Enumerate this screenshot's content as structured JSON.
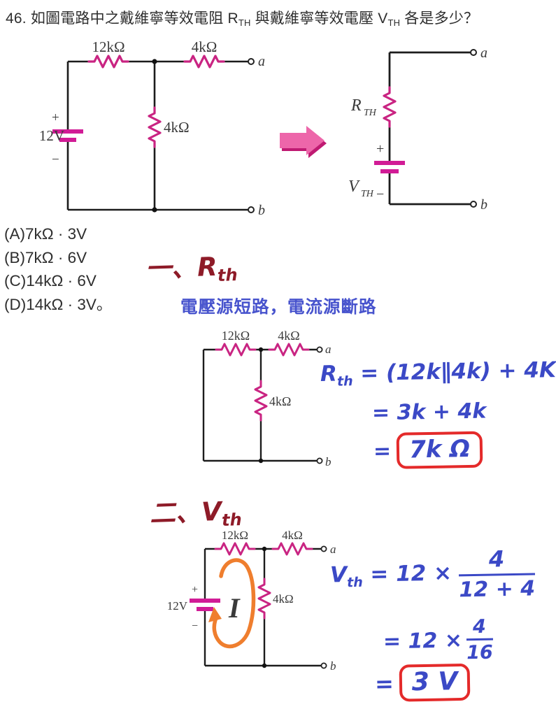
{
  "title": {
    "prefix": "46. 如圖電路中之戴維寧等效電阻 R",
    "sub1": "TH",
    "mid": " 與戴維寧等效電壓 V",
    "sub2": "TH",
    "suffix": " 各是多少？"
  },
  "colors": {
    "resistor": "#c92482",
    "battery": "#d11c96",
    "wire": "#1c1c1c",
    "hand_blue": "#3b49c6",
    "hand_red": "#8e1b28",
    "hand_orange": "#ef7e2e",
    "answer_box": "#e42a2a",
    "arrow_pink": "#ed66aa",
    "note_blue": "#4753cd"
  },
  "circuit1": {
    "r_top_left": "12kΩ",
    "r_top_right": "4kΩ",
    "r_mid": "4kΩ",
    "source": "12V",
    "plus": "+",
    "minus": "−",
    "term_a": "a",
    "term_b": "b"
  },
  "thevenin": {
    "r_main": "R",
    "r_sub": "TH",
    "v_main": "V",
    "v_sub": "TH",
    "plus": "+",
    "minus": "−",
    "term_a": "a",
    "term_b": "b"
  },
  "choices": [
    "(A)7kΩ · 3V",
    "(B)7kΩ · 6V",
    "(C)14kΩ · 6V",
    "(D)14kΩ · 3V。"
  ],
  "section1": {
    "heading_num": "一、",
    "heading_main": "R",
    "heading_sub": "th",
    "note": "電壓源短路，電流源斷路"
  },
  "circuit2": {
    "r_top_left": "12kΩ",
    "r_top_right": "4kΩ",
    "r_mid": "4kΩ",
    "term_a": "a",
    "term_b": "b"
  },
  "rth_calc": {
    "r": "R",
    "r_sub": "th",
    "line1_rest": " = (12k∥4k) + 4K",
    "line2": "=  3k + 4k",
    "line3_eq": "=",
    "line3_boxed": "7k Ω"
  },
  "section2": {
    "heading_num": "二、",
    "heading_main": "V",
    "heading_sub": "th"
  },
  "circuit3": {
    "r_top_left": "12kΩ",
    "r_top_right": "4kΩ",
    "r_mid": "4kΩ",
    "source": "12V",
    "plus": "+",
    "minus": "−",
    "term_a": "a",
    "term_b": "b",
    "current": "I"
  },
  "vth_calc": {
    "v": "V",
    "v_sub": "th",
    "line1_eq": " = 12 ×",
    "frac1_num": "4",
    "frac1_den": "12 + 4",
    "line2_eq": "= 12 ×",
    "frac2_num": "4",
    "frac2_den": "16",
    "line3_eq": "=",
    "line3_boxed": "3 V"
  }
}
